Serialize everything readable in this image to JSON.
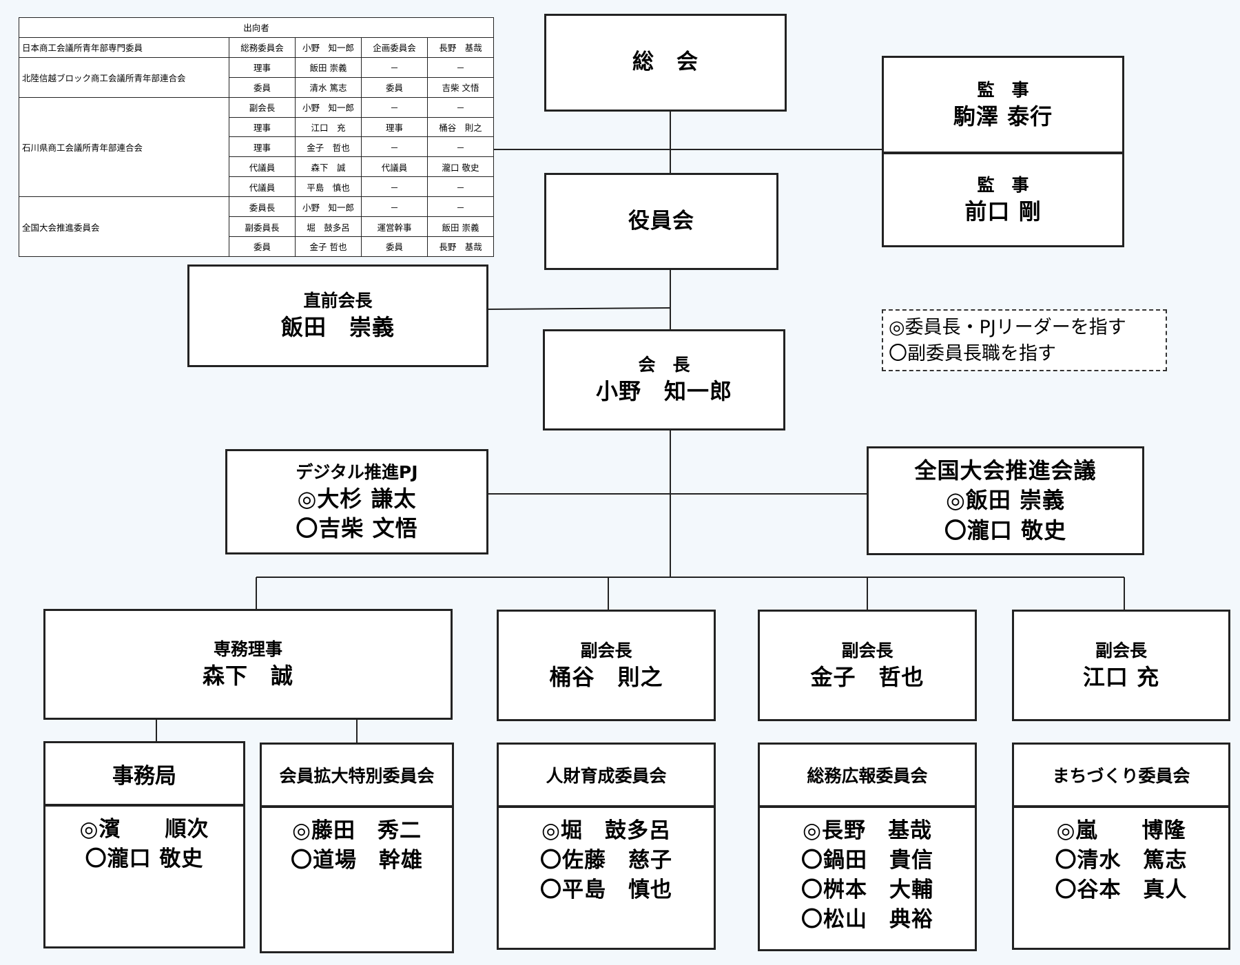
{
  "dispatch_table": {
    "header": "出向者",
    "groups": [
      {
        "org": "日本商工会議所青年部専門委員",
        "rows": [
          [
            "総務委員会",
            "小野　知一郎",
            "企画委員会",
            "長野　基哉"
          ]
        ]
      },
      {
        "org": "北陸信越ブロック商工会議所青年部連合会",
        "rows": [
          [
            "理事",
            "飯田 崇義",
            "－",
            "－"
          ],
          [
            "委員",
            "清水 篤志",
            "委員",
            "吉柴 文悟"
          ]
        ]
      },
      {
        "org": "石川県商工会議所青年部連合会",
        "rows": [
          [
            "副会長",
            "小野　知一郎",
            "－",
            "－"
          ],
          [
            "理事",
            "江口　充",
            "理事",
            "桶谷　則之"
          ],
          [
            "理事",
            "金子　哲也",
            "－",
            "－"
          ],
          [
            "代議員",
            "森下　誠",
            "代議員",
            "瀧口 敬史"
          ],
          [
            "代議員",
            "平島　慎也",
            "－",
            "－"
          ]
        ]
      },
      {
        "org": "全国大会推進委員会",
        "rows": [
          [
            "委員長",
            "小野　知一郎",
            "－",
            "－"
          ],
          [
            "副委員長",
            "堀　鼓多呂",
            "運営幹事",
            "飯田 崇義"
          ],
          [
            "委員",
            "金子 哲也",
            "委員",
            "長野　基哉"
          ]
        ]
      }
    ]
  },
  "boxes": {
    "soukai": "総　会",
    "yakuinkai": "役員会",
    "kansa1": {
      "role": "監　事",
      "name": "駒澤 泰行"
    },
    "kansa2": {
      "role": "監　事",
      "name": "前口 剛"
    },
    "chokuzen": {
      "role": "直前会長",
      "name": "飯田　崇義"
    },
    "kaicho": {
      "role": "会　長",
      "name": "小野　知一郎"
    },
    "digital": {
      "role": "デジタル推進PJ",
      "names": [
        "◎大杉 謙太",
        "〇吉柴 文悟"
      ]
    },
    "zenkoku": {
      "role": "全国大会推進会議",
      "names": [
        "◎飯田 崇義",
        "〇瀧口 敬史"
      ]
    },
    "senmu": {
      "role": "専務理事",
      "name": "森下　誠"
    },
    "fuku1": {
      "role": "副会長",
      "name": "桶谷　則之"
    },
    "fuku2": {
      "role": "副会長",
      "name": "金子　哲也"
    },
    "fuku3": {
      "role": "副会長",
      "name": "江口 充"
    }
  },
  "committees": {
    "jimukyoku": {
      "title": "事務局",
      "members": [
        "◎濱　　順次",
        "〇瀧口 敬史"
      ]
    },
    "kakudai": {
      "title": "会員拡大特別委員会",
      "members": [
        "◎藤田　秀二",
        "〇道場　幹雄"
      ]
    },
    "jinzai": {
      "title": "人財育成委員会",
      "members": [
        "◎堀　鼓多呂",
        "〇佐藤　慈子",
        "〇平島　慎也"
      ]
    },
    "soumu": {
      "title": "総務広報委員会",
      "members": [
        "◎長野　基哉",
        "〇鍋田　貴信",
        "〇桝本　大輔",
        "〇松山　典裕"
      ]
    },
    "machi": {
      "title": "まちづくり委員会",
      "members": [
        "◎嵐　　博隆",
        "〇清水　篤志",
        "〇谷本　真人"
      ]
    }
  },
  "legend": [
    "◎委員長・PJリーダーを指す",
    "〇副委員長職を指す"
  ]
}
